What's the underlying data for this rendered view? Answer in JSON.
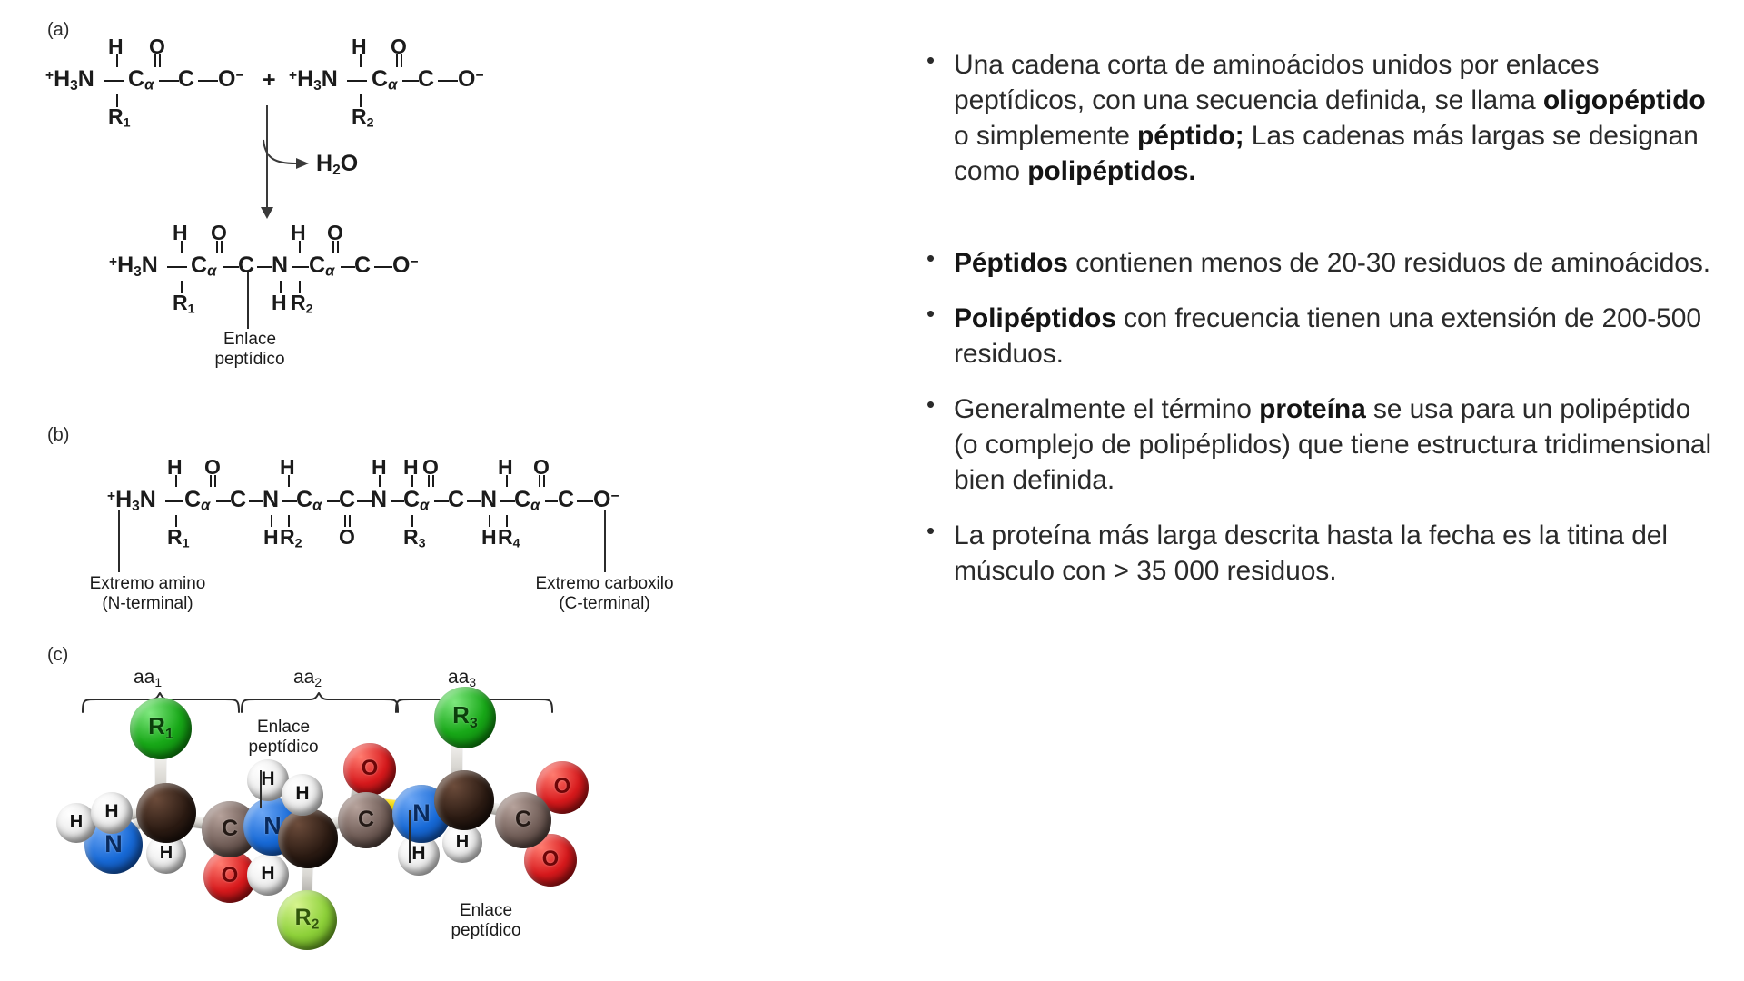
{
  "figure": {
    "panels": [
      {
        "id": "a",
        "letter": "(a)"
      },
      {
        "id": "b",
        "letter": "(b)"
      },
      {
        "id": "c",
        "letter": "(c)"
      }
    ],
    "panel_a": {
      "reactant1": {
        "amino": "⁺H₃N",
        "h": "H",
        "calpha": "Cα",
        "o_double": "O",
        "c": "C",
        "o_minus": "O⁻",
        "r": "R₁"
      },
      "plus_sign": "+",
      "reactant2": {
        "amino": "⁺H₃N",
        "h": "H",
        "calpha": "Cα",
        "o_double": "O",
        "c": "C",
        "o_minus": "O⁻",
        "r": "R₂"
      },
      "byproduct": "H₂O",
      "product": {
        "amino": "⁺H₃N",
        "h1": "H",
        "calpha1": "Cα",
        "o1": "O",
        "c1": "C",
        "n": "N",
        "nh": "H",
        "h2": "H",
        "calpha2": "Cα",
        "o2": "O",
        "c2": "C",
        "o_minus": "O⁻",
        "r1": "R₁",
        "r2": "R₂"
      },
      "bond_label": "Enlace\npeptídico"
    },
    "panel_b": {
      "amino_terminus": "⁺H₃N",
      "carboxy_terminus": "O⁻",
      "residues": [
        "R₁",
        "R₂",
        "R₃",
        "R₄"
      ],
      "n_label": "N",
      "h_label": "H",
      "o_label": "O",
      "c_label": "C",
      "calpha_label": "Cα",
      "left_caption": "Extremo amino\n(N-terminal)",
      "right_caption": "Extremo carboxilo\n(C-terminal)"
    },
    "panel_c": {
      "aa_brackets": [
        "aa₁",
        "aa₂",
        "aa₃"
      ],
      "bond_label_1": "Enlace\npeptídico",
      "bond_label_2": "Enlace\npeptídico",
      "atoms": [
        {
          "label": "H",
          "kind": "hydrogen"
        },
        {
          "label": "H",
          "kind": "hydrogen"
        },
        {
          "label": "N",
          "kind": "nitrogen"
        },
        {
          "label": "R₁",
          "kind": "sidechain-green"
        },
        {
          "label": "H",
          "kind": "hydrogen"
        },
        {
          "label": "C",
          "kind": "carbonyl-carbon"
        },
        {
          "label": "O",
          "kind": "oxygen"
        },
        {
          "label": "H",
          "kind": "hydrogen"
        },
        {
          "label": "N",
          "kind": "nitrogen"
        },
        {
          "label": "H",
          "kind": "hydrogen"
        },
        {
          "label": "R₂",
          "kind": "sidechain-lightgreen"
        },
        {
          "label": "C",
          "kind": "carbonyl-carbon"
        },
        {
          "label": "O",
          "kind": "oxygen"
        },
        {
          "label": "H",
          "kind": "hydrogen"
        },
        {
          "label": "N",
          "kind": "nitrogen"
        },
        {
          "label": "H",
          "kind": "hydrogen"
        },
        {
          "label": "R₃",
          "kind": "sidechain-green"
        },
        {
          "label": "H",
          "kind": "hydrogen"
        },
        {
          "label": "C",
          "kind": "carbonyl-carbon"
        },
        {
          "label": "O",
          "kind": "oxygen"
        },
        {
          "label": "O",
          "kind": "oxygen"
        }
      ],
      "colors": {
        "hydrogen": "#f2f2f2",
        "nitrogen": "#1769d6",
        "oxygen": "#d7191c",
        "alpha_carbon": "#2a1a12",
        "carbonyl_carbon": "#6d5a54",
        "sidechain_green": "#18a818",
        "sidechain_lightgreen": "#8ed13a",
        "peptide_bond": "#f4e01a"
      }
    }
  },
  "bullets": [
    {
      "id": "bullet-oligopeptide",
      "segments": [
        {
          "t": "Una cadena corta de aminoácidos unidos por enlaces peptídicos, con una secuencia definida, se llama ",
          "b": false
        },
        {
          "t": "oligopéptido",
          "b": true
        },
        {
          "t": " o simplemente ",
          "b": false
        },
        {
          "t": "péptido;",
          "b": true
        },
        {
          "t": " Las cadenas más largas se designan como ",
          "b": false
        },
        {
          "t": "polipéptidos.",
          "b": true
        }
      ]
    },
    {
      "id": "bullet-peptides",
      "segments": [
        {
          "t": "Péptidos",
          "b": true
        },
        {
          "t": " contienen menos de 20-30 residuos de aminoácidos.",
          "b": false
        }
      ]
    },
    {
      "id": "bullet-polypeptides",
      "segments": [
        {
          "t": "Polipéptidos",
          "b": true
        },
        {
          "t": " con frecuencia tienen una extensión de 200-500 residuos.",
          "b": false
        }
      ]
    },
    {
      "id": "bullet-protein",
      "segments": [
        {
          "t": "Generalmente el término ",
          "b": false
        },
        {
          "t": "proteína",
          "b": true
        },
        {
          "t": " se usa para un polipéptido (o complejo de polipéplidos) que tiene estructura tridimensional bien definida.",
          "b": false
        }
      ]
    },
    {
      "id": "bullet-titin",
      "segments": [
        {
          "t": "La proteína más larga descrita hasta la fecha es la titina del músculo con > 35 000 residuos.",
          "b": false
        }
      ]
    }
  ]
}
